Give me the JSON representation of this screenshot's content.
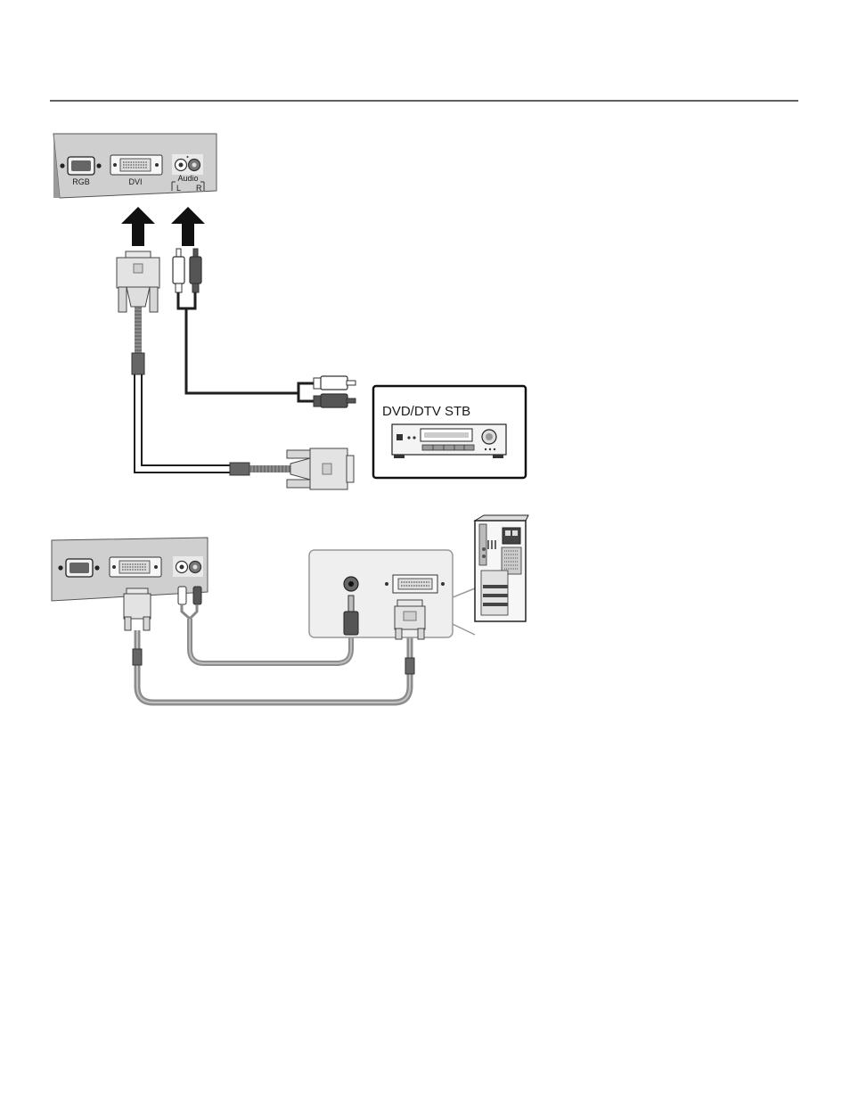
{
  "panel": {
    "rgb_label": "RGB",
    "dvi_label": "DVI",
    "audio_label": "Audio",
    "audio_left": "L",
    "audio_right": "R"
  },
  "device": {
    "name": "DVD/DTV STB"
  },
  "colors": {
    "panel_fill": "#cfcfcf",
    "connector_fill": "#e6e6e6",
    "cable_dark": "#1e1e1e",
    "cable_gray": "#8c8c8c",
    "pc_box_fill": "#efefef"
  }
}
